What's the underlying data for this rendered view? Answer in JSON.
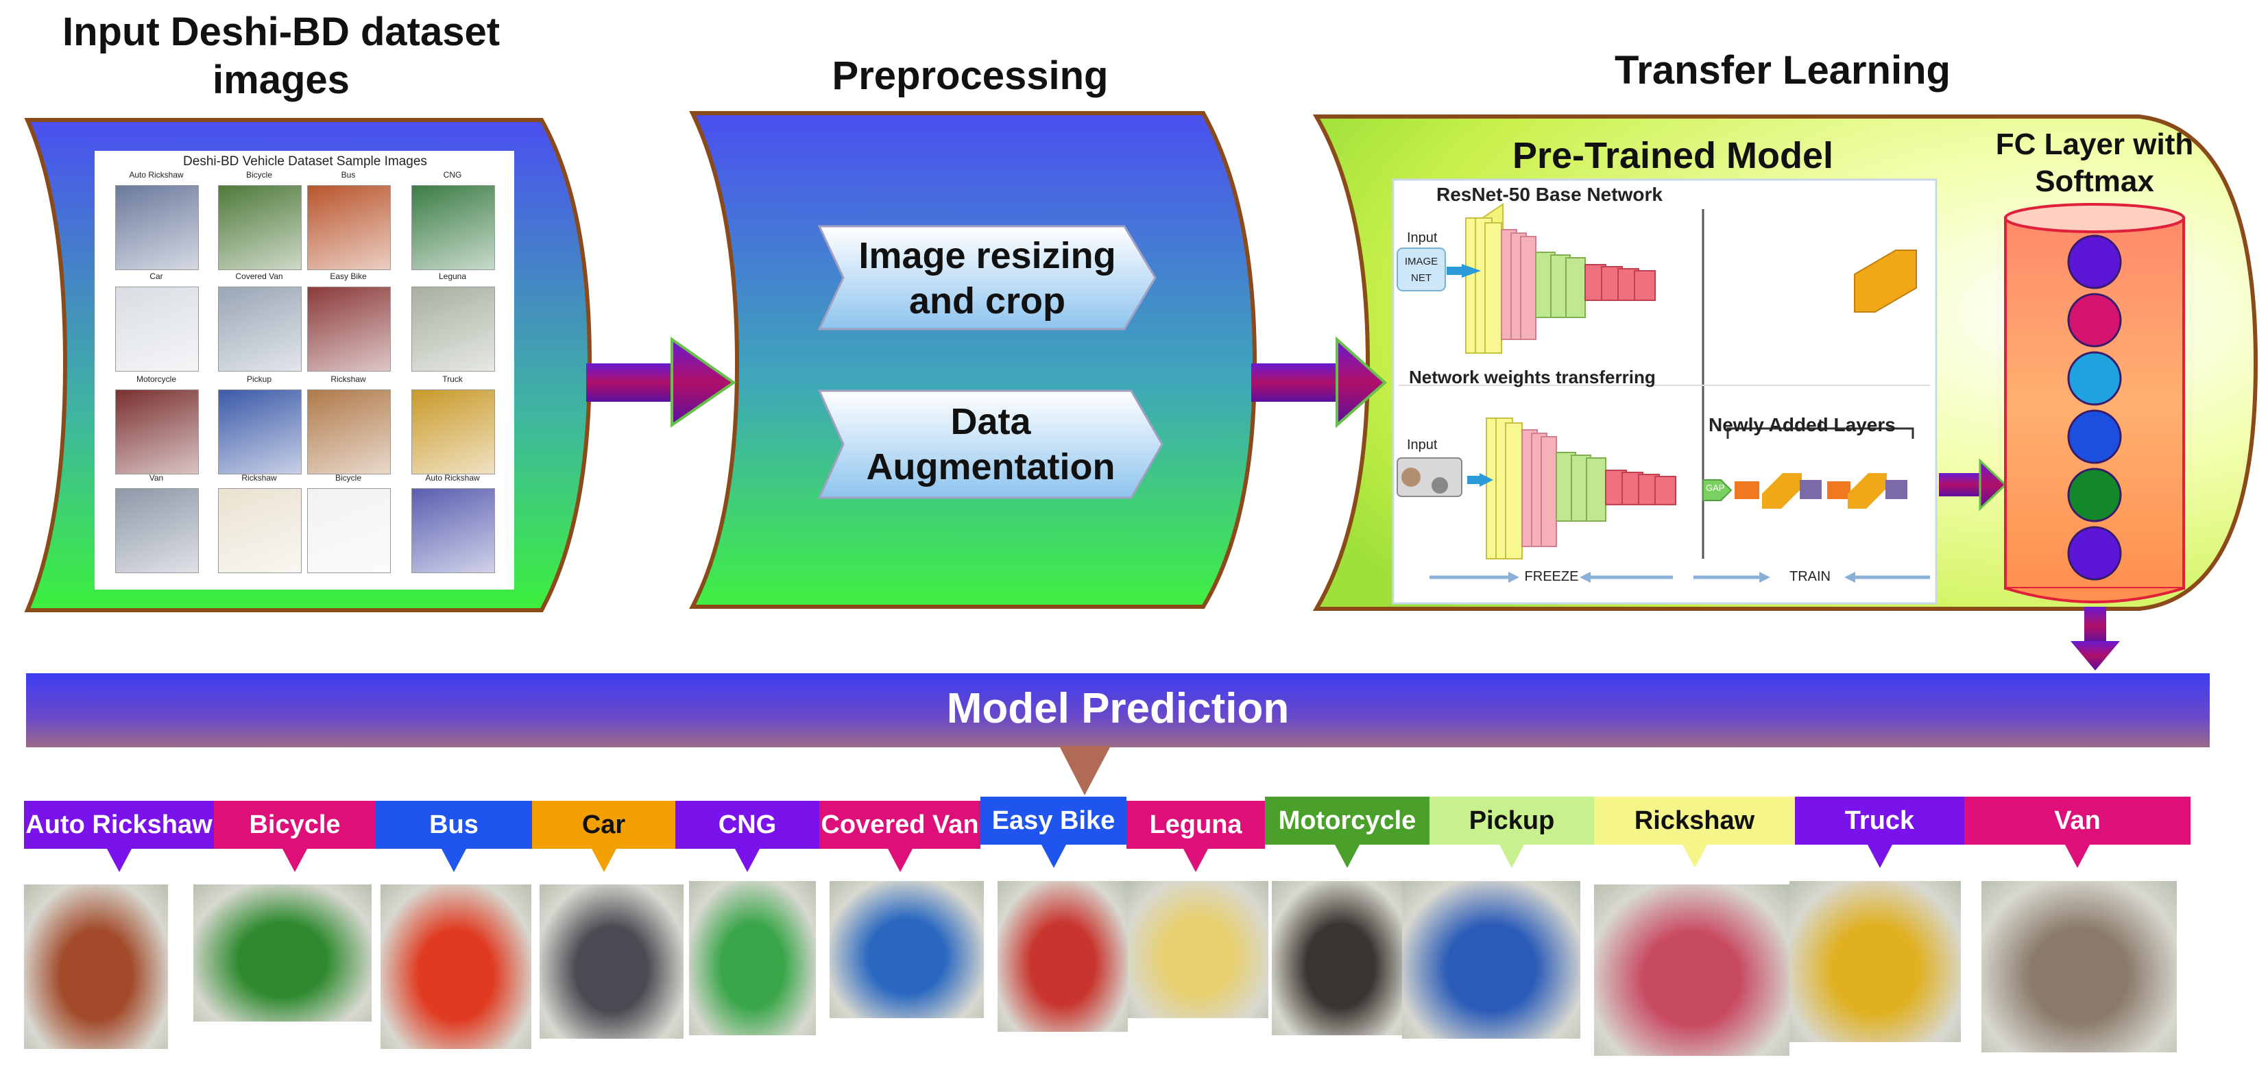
{
  "stages": {
    "input_title_line1": "Input Deshi-BD dataset",
    "input_title_line2": "images",
    "preprocessing_title": "Preprocessing",
    "transfer_title": "Transfer Learning"
  },
  "sample_sheet": {
    "title": "Deshi-BD Vehicle Dataset Sample Images",
    "thumbs": [
      {
        "label": "Auto Rickshaw",
        "color": "#6b7a9c"
      },
      {
        "label": "Bicycle",
        "color": "#4f7a3a"
      },
      {
        "label": "Bus",
        "color": "#b9552c"
      },
      {
        "label": "CNG",
        "color": "#3c7d46"
      },
      {
        "label": "Car",
        "color": "#d9dde3"
      },
      {
        "label": "Covered Van",
        "color": "#9aa6b6"
      },
      {
        "label": "Easy Bike",
        "color": "#8b3a3a"
      },
      {
        "label": "Leguna",
        "color": "#a7b0a0"
      },
      {
        "label": "Motorcycle",
        "color": "#7a3030"
      },
      {
        "label": "Pickup",
        "color": "#3b5aa8"
      },
      {
        "label": "Rickshaw",
        "color": "#b07a4a"
      },
      {
        "label": "Truck",
        "color": "#c99a2a"
      },
      {
        "label": "Van",
        "color": "#8e98a8"
      },
      {
        "label": "Rickshaw",
        "color": "#e9e2d0"
      },
      {
        "label": "Bicycle",
        "color": "#f2f2f2"
      },
      {
        "label": "Auto Rickshaw",
        "color": "#5a5fb0"
      }
    ]
  },
  "preprocessing": {
    "step1_line1": "Image resizing",
    "step1_line2": "and crop",
    "step2_line1": "Data",
    "step2_line2": "Augmentation"
  },
  "transfer": {
    "pretrained_title": "Pre-Trained Model",
    "fc_title_line1": "FC Layer with",
    "fc_title_line2": "Softmax",
    "resnet_label": "ResNet-50 Base Network",
    "input_label_top": "Input",
    "imagenet_line1": "IMAGE",
    "imagenet_line2": "NET",
    "weights_label": "Network weights transferring",
    "input_label_bottom": "Input",
    "newly_added": "Newly Added Layers",
    "freeze_label": "FREEZE",
    "train_label": "TRAIN",
    "gap_label": "GAP",
    "softmax_nodes": [
      "#5b16d8",
      "#d4146e",
      "#1ea2e0",
      "#1a4fe0",
      "#12882a",
      "#5b16d8"
    ]
  },
  "prediction": {
    "title": "Model Prediction",
    "classes": [
      {
        "label": "Auto Rickshaw",
        "color": "#7a12ec",
        "text_color": "#ffffff"
      },
      {
        "label": "Bicycle",
        "color": "#de0f78",
        "text_color": "#ffffff"
      },
      {
        "label": "Bus",
        "color": "#1f55ee",
        "text_color": "#ffffff"
      },
      {
        "label": "Car",
        "color": "#f3a005",
        "text_color": "#111111"
      },
      {
        "label": "CNG",
        "color": "#7a12ec",
        "text_color": "#ffffff"
      },
      {
        "label": "Covered Van",
        "color": "#de0f78",
        "text_color": "#ffffff"
      },
      {
        "label": "Easy Bike",
        "color": "#1f55ee",
        "text_color": "#ffffff"
      },
      {
        "label": "Leguna",
        "color": "#de0f78",
        "text_color": "#ffffff"
      },
      {
        "label": "Motorcycle",
        "color": "#4aa02a",
        "text_color": "#ffffff"
      },
      {
        "label": "Pickup",
        "color": "#c8f08e",
        "text_color": "#111111"
      },
      {
        "label": "Rickshaw",
        "color": "#f6f58a",
        "text_color": "#111111"
      },
      {
        "label": "Truck",
        "color": "#7a12ec",
        "text_color": "#ffffff"
      },
      {
        "label": "Van",
        "color": "#de0f78",
        "text_color": "#ffffff"
      }
    ],
    "photo_colors": [
      "#a24a2a",
      "#2f8a2f",
      "#e03a20",
      "#4a4a52",
      "#3aa64a",
      "#2a68c0",
      "#c8352e",
      "#e8d070",
      "#3a3530",
      "#2a5bb8",
      "#c84a62",
      "#e0b020",
      "#8a7a6a"
    ]
  }
}
